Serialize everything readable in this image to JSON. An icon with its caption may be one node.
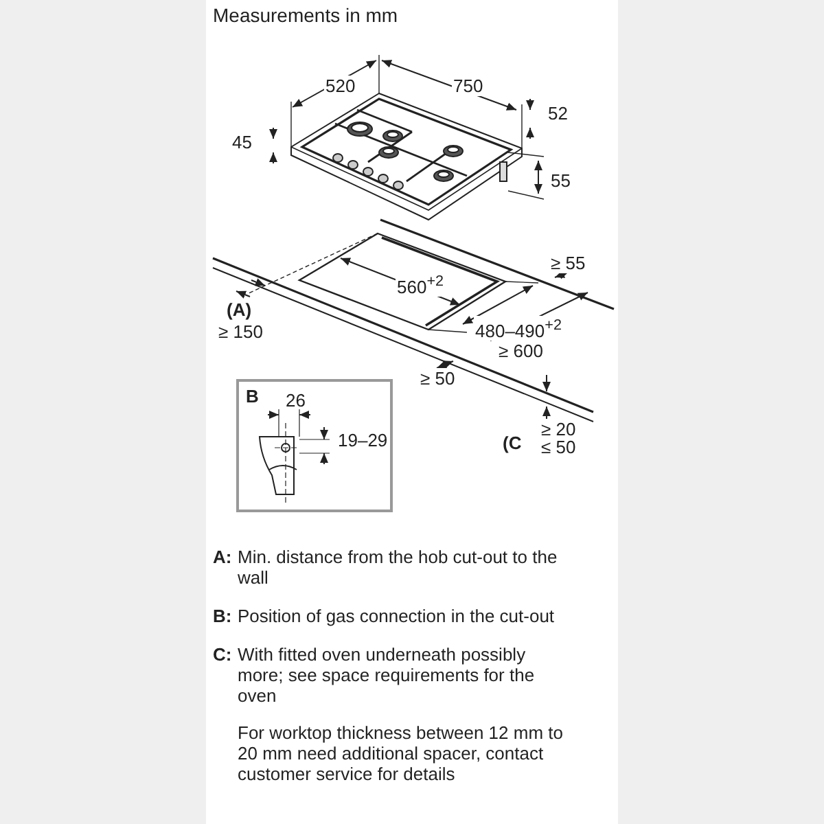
{
  "diagram": {
    "title": "Measurements in mm",
    "nodes": [
      {
        "text": [
          "B"
        ]
      }
    ],
    "labels": [
      "520",
      "750",
      "52",
      "45",
      "55",
      "≥ 55",
      "560$^{+2}$",
      "(A)",
      "≥ 150",
      "480–490$^{+2}$",
      "≥ 600",
      "≥ 50",
      "26",
      "19–29",
      "≥ 20",
      "(C",
      "≤ 50",
      "A:",
      "Min. distance from the hob cut-out to the wall",
      "B:",
      "Position of gas connection in the cut-out",
      "C:",
      "With fitted oven underneath possibly more; see space requirements for the oven",
      "For worktop thickness between 12 mm to 20 mm need additional spacer, contact customer service for details"
    ]
  }
}
